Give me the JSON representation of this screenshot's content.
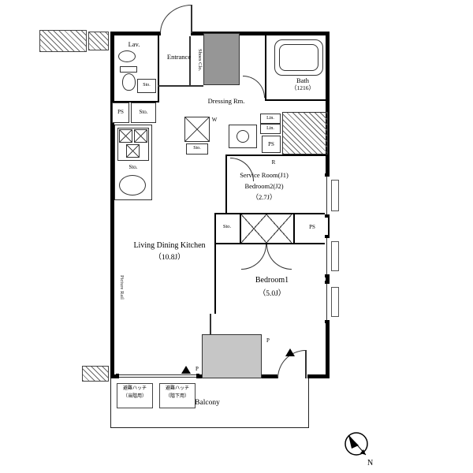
{
  "plan": {
    "rooms": {
      "lav": "Lav.",
      "entrance": "Entrance",
      "shoes_closet": "Shoes Clo.",
      "bath": "Bath",
      "bath_size": "（1216）",
      "dressing": "Dressing Rm.",
      "service_line1": "Service Room(J1)",
      "service_line2": "Bedroom2(J2)",
      "service_size": "（2.7J）",
      "ldk": "Living Dining Kitchen",
      "ldk_size": "（10.8J）",
      "bedroom1": "Bedroom1",
      "bedroom1_size": "（5.0J）",
      "balcony": "Balcony"
    },
    "fixtures": {
      "ps": "PS",
      "sto": "Sto.",
      "lin": "Lin.",
      "w": "W",
      "r": "R",
      "p": "P",
      "picture_rail": "Picture Rail"
    },
    "annotations": {
      "hatch1_line1": "避難ハッチ",
      "hatch1_line2": "（当階用）",
      "hatch2_line1": "避難ハッチ",
      "hatch2_line2": "（階下用）",
      "compass_n": "N"
    },
    "colors": {
      "wall": "#000000",
      "shaft_gray": "#969696",
      "block_gray": "#c6c6c6"
    }
  }
}
